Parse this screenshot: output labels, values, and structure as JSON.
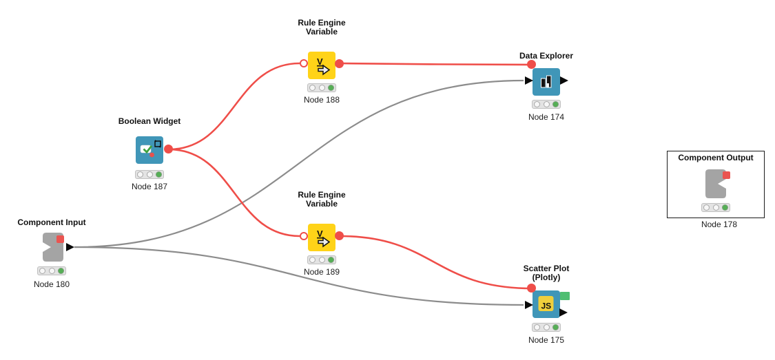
{
  "app": {
    "name": "KNIME workflow editor canvas"
  },
  "colors": {
    "node_blue": "#4096b8",
    "node_yellow": "#ffd318",
    "flow_variable_red": "#ef4e49",
    "data_connection_gray": "#8c8c8c",
    "component_gray": "#a4a4a4",
    "status_green": "#55af55",
    "image_port_green": "#4fbe72"
  },
  "icons": {
    "rule_engine_glyph": "V",
    "js_glyph": "JS"
  },
  "nodes": {
    "boolean_widget": {
      "title": "Boolean Widget",
      "label": "Node 187"
    },
    "rule_engine_top": {
      "title": "Rule Engine\nVariable",
      "label": "Node 188"
    },
    "rule_engine_bottom": {
      "title": "Rule Engine\nVariable",
      "label": "Node 189"
    },
    "data_explorer": {
      "title": "Data Explorer",
      "label": "Node 174"
    },
    "scatter_plot": {
      "title": "Scatter Plot\n(Plotly)",
      "label": "Node 175"
    },
    "component_input": {
      "title": "Component Input",
      "label": "Node 180"
    },
    "component_output": {
      "title": "Component Output",
      "label": "Node 178"
    }
  },
  "connections": [
    {
      "from": "Node 187",
      "to": "Node 188",
      "type": "flow-variable"
    },
    {
      "from": "Node 187",
      "to": "Node 189",
      "type": "flow-variable"
    },
    {
      "from": "Node 188",
      "to": "Node 174",
      "type": "flow-variable"
    },
    {
      "from": "Node 189",
      "to": "Node 175",
      "type": "flow-variable"
    },
    {
      "from": "Node 180",
      "to": "Node 174",
      "type": "data"
    },
    {
      "from": "Node 180",
      "to": "Node 175",
      "type": "data"
    }
  ]
}
